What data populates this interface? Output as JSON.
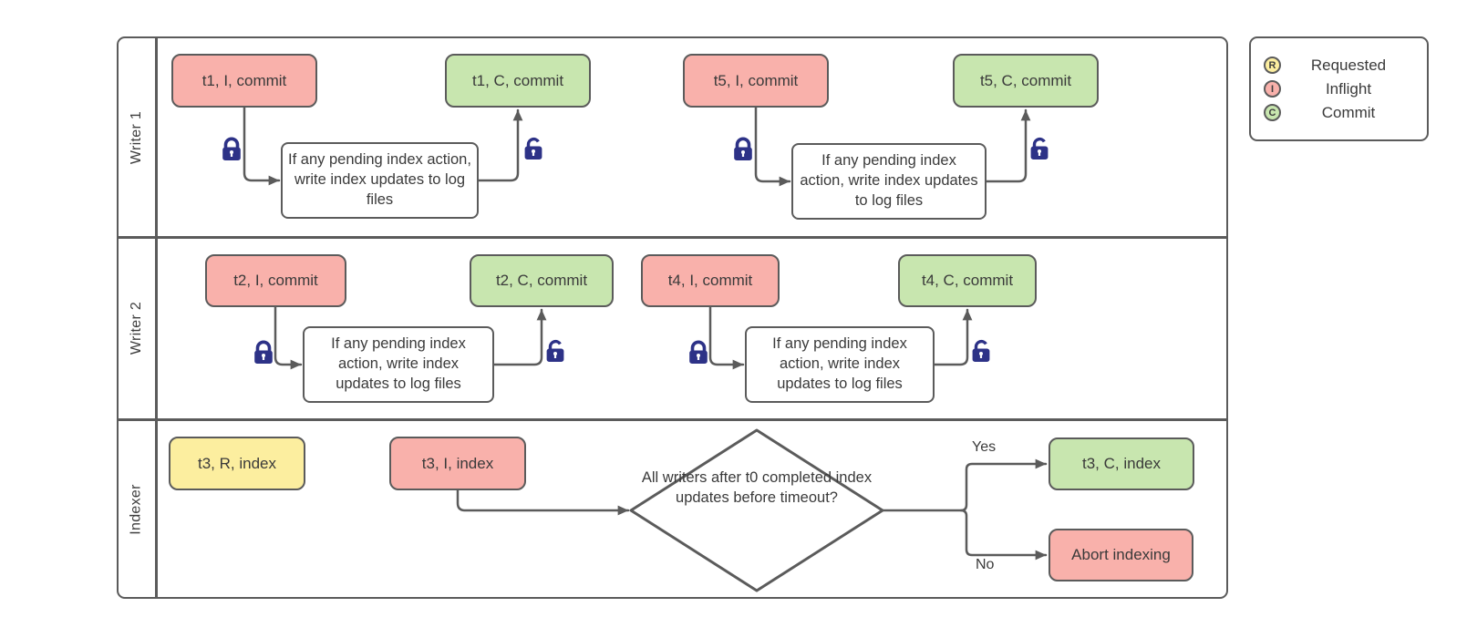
{
  "diagram": {
    "lanes": [
      {
        "label": "Writer 1"
      },
      {
        "label": "Writer 2"
      },
      {
        "label": "Indexer"
      }
    ],
    "process_text": "If any pending index action, write index updates to log files",
    "nodes": {
      "t1_i": "t1, I, commit",
      "t1_c": "t1, C, commit",
      "t5_i": "t5, I, commit",
      "t5_c": "t5, C, commit",
      "t2_i": "t2, I, commit",
      "t2_c": "t2, C, commit",
      "t4_i": "t4, I, commit",
      "t4_c": "t4, C, commit",
      "t3_r": "t3, R, index",
      "t3_i": "t3, I, index",
      "t3_c": "t3, C, index",
      "abort": "Abort indexing"
    },
    "decision": "All writers after t0 completed index updates before timeout?",
    "branch_labels": {
      "yes": "Yes",
      "no": "No"
    }
  },
  "legend": {
    "items": [
      {
        "symbol": "R",
        "label": "Requested",
        "color": "#fcee9f"
      },
      {
        "symbol": "I",
        "label": "Inflight",
        "color": "#f9b1ab"
      },
      {
        "symbol": "C",
        "label": "Commit",
        "color": "#c8e6af"
      }
    ]
  },
  "colors": {
    "requested_fill": "#fcee9f",
    "inflight_fill": "#f9b1ab",
    "commit_fill": "#c8e6af",
    "line": "#5b5b5b",
    "lock": "#2d3287"
  }
}
